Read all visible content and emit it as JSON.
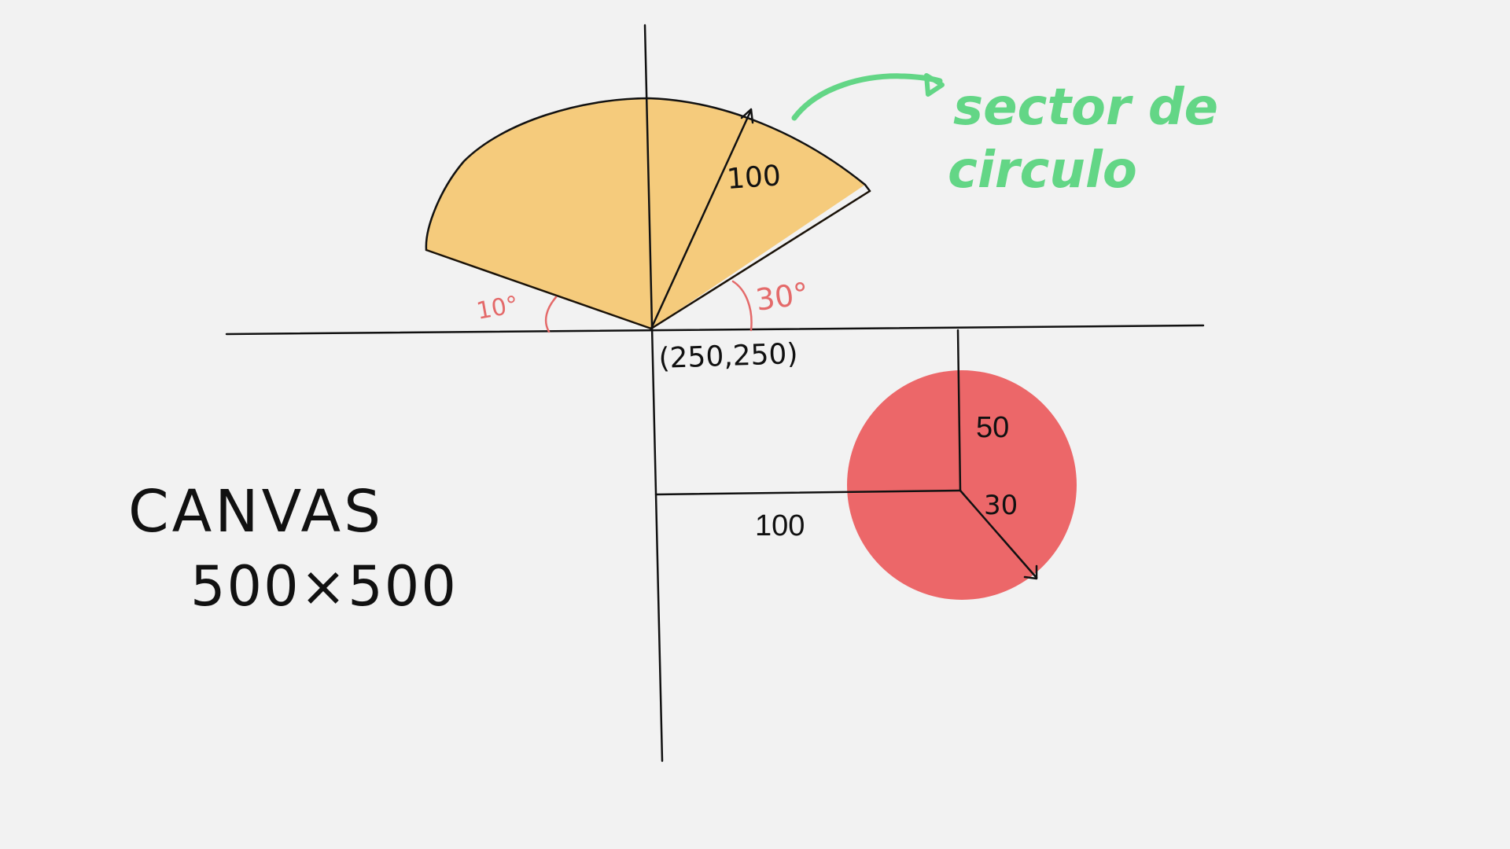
{
  "colors": {
    "background": "#f2f2f2",
    "sector_fill": "#f5cb7c",
    "circle_fill": "#ec6769",
    "angle_annotation": "#e46a6a",
    "callout": "#63d686",
    "ink": "#111111"
  },
  "labels": {
    "sector_radius": "100",
    "angle_left": "10°",
    "angle_right": "30°",
    "origin": "(250,250)",
    "callout_line1": "sector de",
    "callout_line2": "circulo",
    "circle_offset_y": "50",
    "circle_radius": "30",
    "circle_offset_x": "100",
    "canvas_title": "CANVAS",
    "canvas_size": "500×500"
  }
}
